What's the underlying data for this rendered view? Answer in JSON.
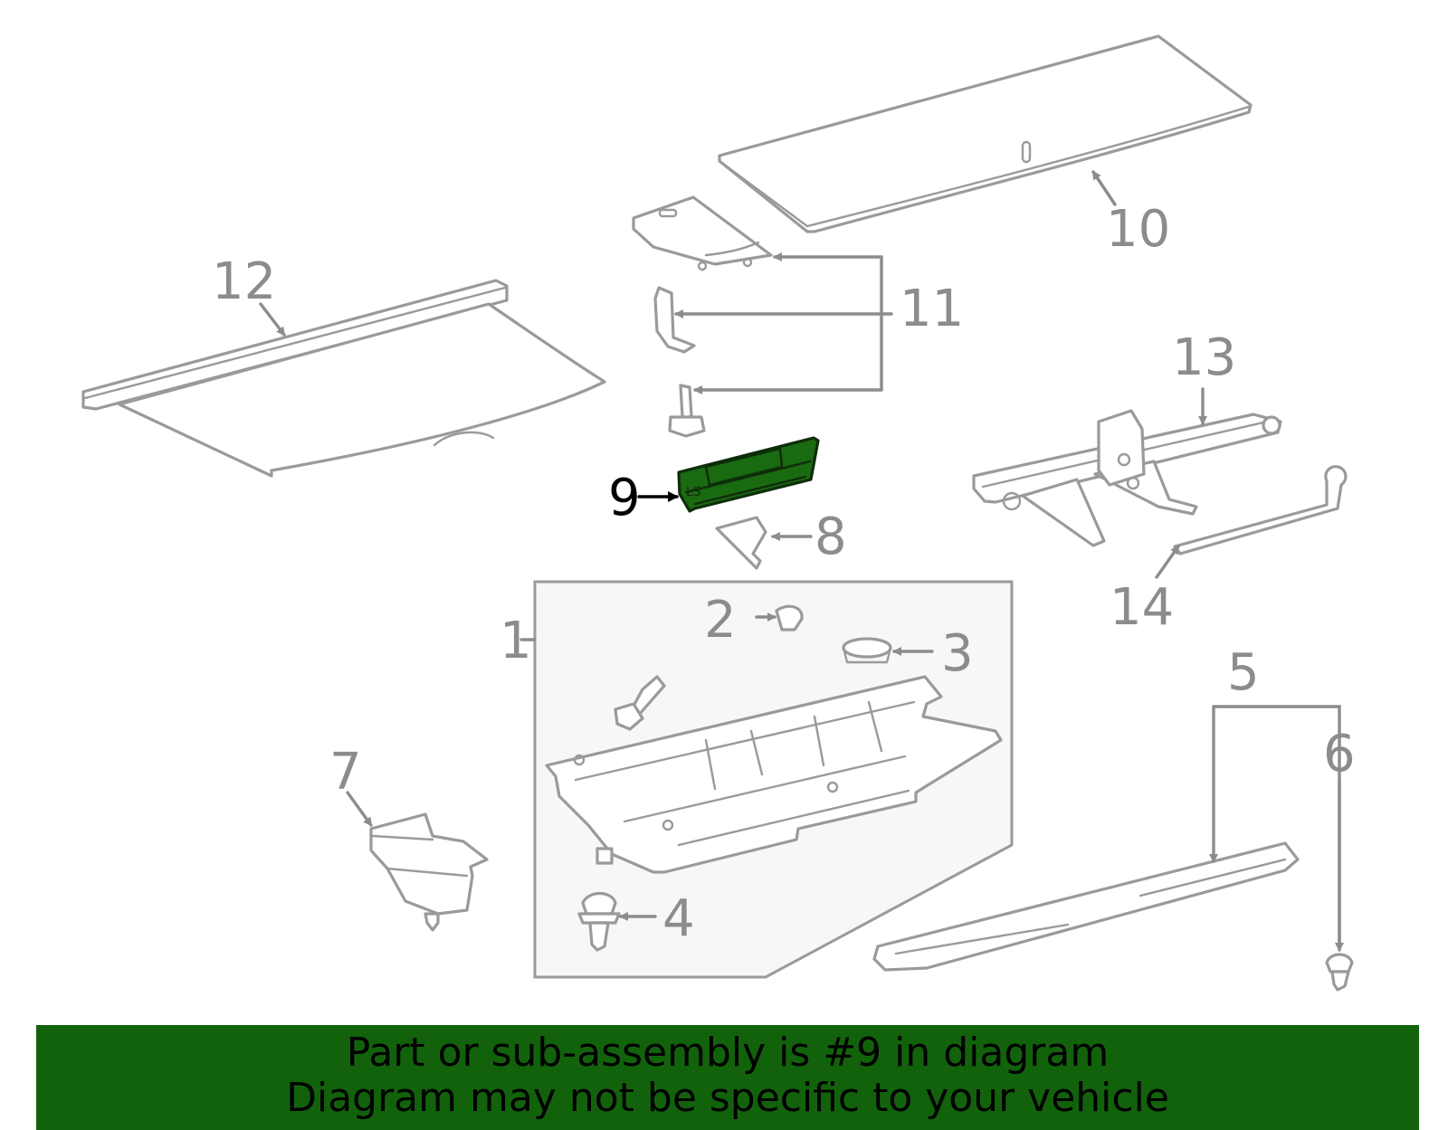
{
  "callouts": {
    "c1": "1",
    "c2": "2",
    "c3": "3",
    "c4": "4",
    "c5": "5",
    "c6": "6",
    "c7": "7",
    "c8": "8",
    "c9": "9",
    "c10": "10",
    "c11": "11",
    "c12": "12",
    "c13": "13",
    "c14": "14"
  },
  "highlight": {
    "part_number": "9",
    "color": "#1a6a12",
    "banner_color": "#12620c"
  },
  "banner": {
    "line1": "Part or sub-assembly is #9 in diagram",
    "line2": "Diagram may not be specific to your vehicle"
  }
}
